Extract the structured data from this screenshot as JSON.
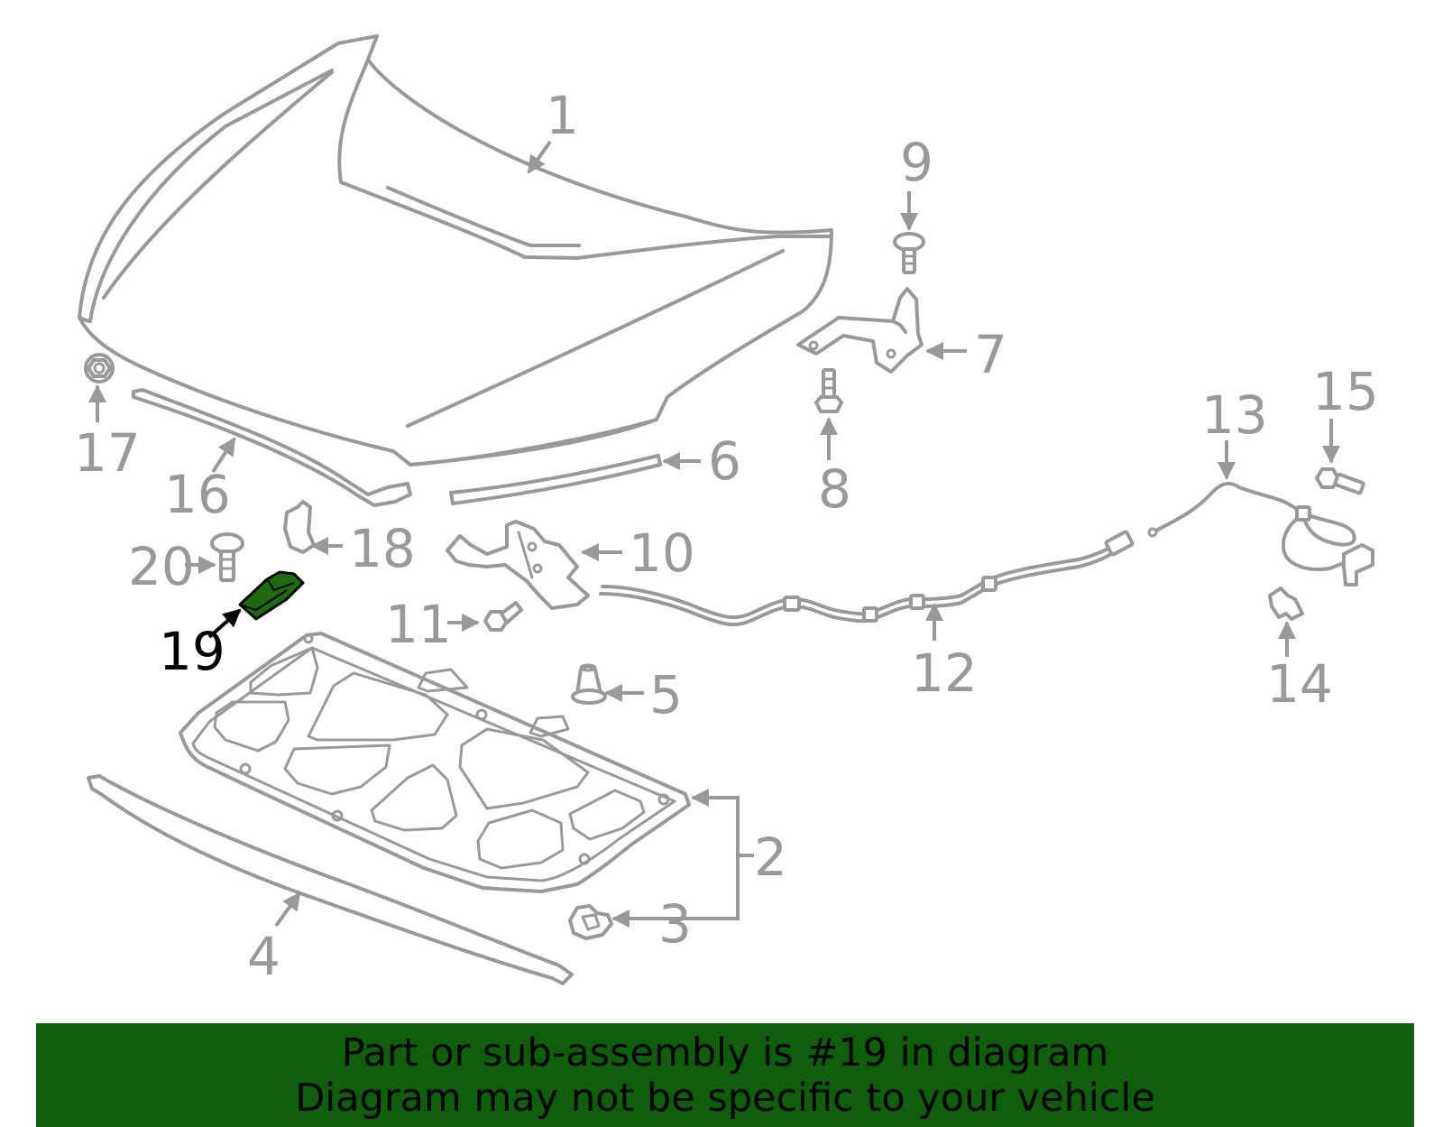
{
  "diagram": {
    "highlight_color": "#1e6b12",
    "callouts": {
      "c1": "1",
      "c2": "2",
      "c3": "3",
      "c4": "4",
      "c5": "5",
      "c6": "6",
      "c7": "7",
      "c8": "8",
      "c9": "9",
      "c10": "10",
      "c11": "11",
      "c12": "12",
      "c13": "13",
      "c14": "14",
      "c15": "15",
      "c16": "16",
      "c17": "17",
      "c18": "18",
      "c19": "19",
      "c20": "20"
    }
  },
  "banner": {
    "color": "#0f5e0b",
    "line1": "Part or sub-assembly is #19 in diagram",
    "line2": "Diagram may not be specific to your vehicle"
  }
}
